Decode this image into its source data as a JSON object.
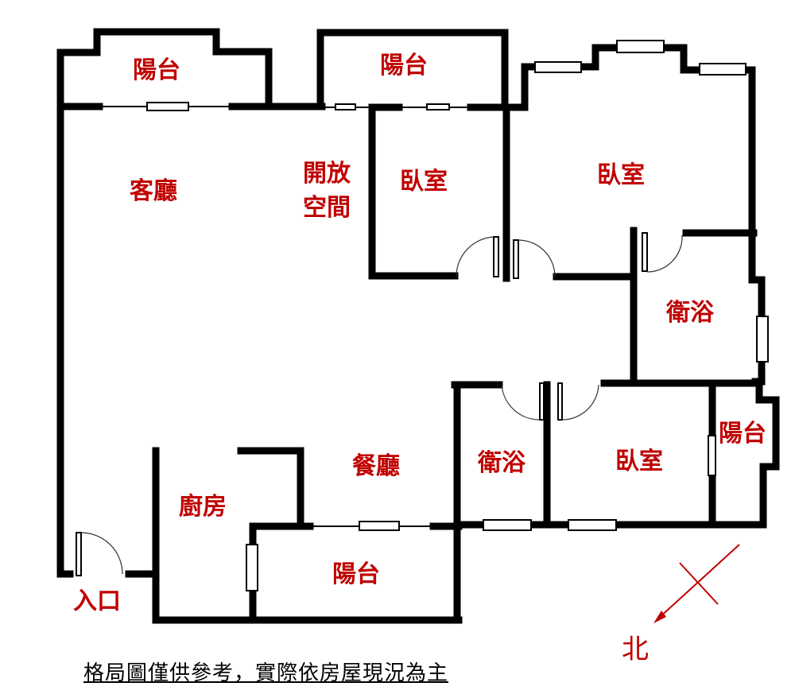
{
  "rooms": {
    "balcony_top_left": "陽台",
    "balcony_top_mid": "陽台",
    "living_room": "客廳",
    "open_space_line1": "開放",
    "open_space_line2": "空間",
    "bedroom_1": "臥室",
    "bedroom_master": "臥室",
    "bathroom_1": "衛浴",
    "bathroom_2": "衛浴",
    "bedroom_3": "臥室",
    "balcony_right": "陽台",
    "dining_room": "餐廳",
    "kitchen": "廚房",
    "balcony_bottom": "陽台",
    "entrance": "入口"
  },
  "compass": {
    "north": "北",
    "color": "#c00000"
  },
  "footer": "格局圖僅供參考，實際依房屋現況為主",
  "colors": {
    "label": "#c00000",
    "wall": "#000000"
  }
}
